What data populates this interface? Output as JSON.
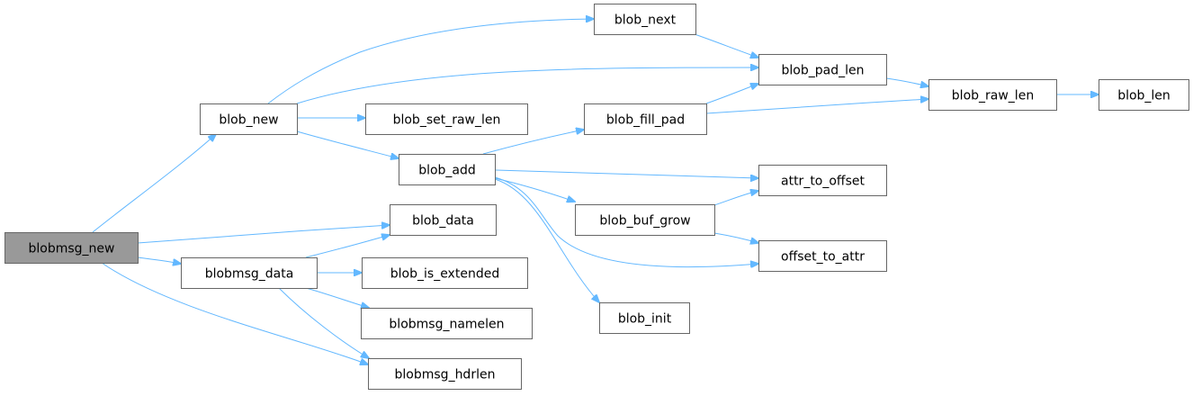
{
  "nodes": [
    {
      "id": "blobmsg_new",
      "label": "blobmsg_new",
      "root": true
    },
    {
      "id": "blob_new",
      "label": "blob_new"
    },
    {
      "id": "blob_data",
      "label": "blob_data"
    },
    {
      "id": "blobmsg_data",
      "label": "blobmsg_data"
    },
    {
      "id": "blobmsg_hdrlen",
      "label": "blobmsg_hdrlen"
    },
    {
      "id": "blob_next",
      "label": "blob_next"
    },
    {
      "id": "blob_pad_len",
      "label": "blob_pad_len"
    },
    {
      "id": "blob_set_raw_len",
      "label": "blob_set_raw_len"
    },
    {
      "id": "blob_add",
      "label": "blob_add"
    },
    {
      "id": "blob_raw_len",
      "label": "blob_raw_len"
    },
    {
      "id": "blob_len",
      "label": "blob_len"
    },
    {
      "id": "blob_fill_pad",
      "label": "blob_fill_pad"
    },
    {
      "id": "attr_to_offset",
      "label": "attr_to_offset"
    },
    {
      "id": "blob_buf_grow",
      "label": "blob_buf_grow"
    },
    {
      "id": "offset_to_attr",
      "label": "offset_to_attr"
    },
    {
      "id": "blob_init",
      "label": "blob_init"
    },
    {
      "id": "blob_is_extended",
      "label": "blob_is_extended"
    },
    {
      "id": "blobmsg_namelen",
      "label": "blobmsg_namelen"
    }
  ],
  "edges": [
    [
      "blobmsg_new",
      "blob_new"
    ],
    [
      "blobmsg_new",
      "blob_data"
    ],
    [
      "blobmsg_new",
      "blobmsg_data"
    ],
    [
      "blobmsg_new",
      "blobmsg_hdrlen"
    ],
    [
      "blob_new",
      "blob_next"
    ],
    [
      "blob_new",
      "blob_pad_len"
    ],
    [
      "blob_new",
      "blob_set_raw_len"
    ],
    [
      "blob_new",
      "blob_add"
    ],
    [
      "blob_next",
      "blob_pad_len"
    ],
    [
      "blob_pad_len",
      "blob_raw_len"
    ],
    [
      "blob_raw_len",
      "blob_len"
    ],
    [
      "blob_add",
      "blob_fill_pad"
    ],
    [
      "blob_add",
      "attr_to_offset"
    ],
    [
      "blob_add",
      "blob_buf_grow"
    ],
    [
      "blob_add",
      "offset_to_attr"
    ],
    [
      "blob_add",
      "blob_init"
    ],
    [
      "blob_fill_pad",
      "blob_pad_len"
    ],
    [
      "blob_fill_pad",
      "blob_raw_len"
    ],
    [
      "blob_buf_grow",
      "attr_to_offset"
    ],
    [
      "blob_buf_grow",
      "offset_to_attr"
    ],
    [
      "blobmsg_data",
      "blob_data"
    ],
    [
      "blobmsg_data",
      "blob_is_extended"
    ],
    [
      "blobmsg_data",
      "blobmsg_namelen"
    ],
    [
      "blobmsg_data",
      "blobmsg_hdrlen"
    ]
  ],
  "colors": {
    "edge": "#63b8ff",
    "node_border": "#666666",
    "root_fill": "#999999",
    "node_fill": "#ffffff"
  }
}
